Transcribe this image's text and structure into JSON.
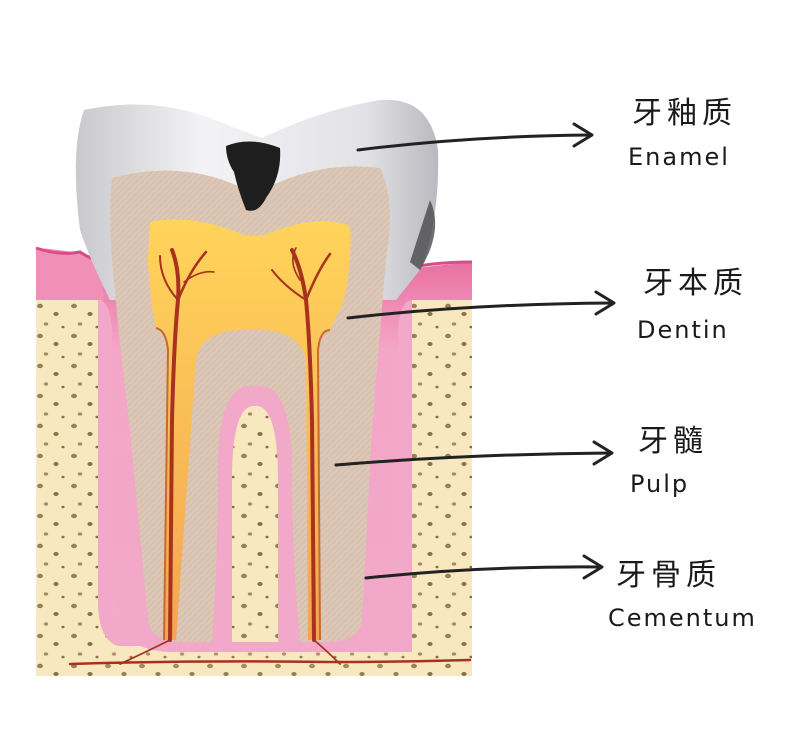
{
  "labels": [
    {
      "zh": "牙釉质",
      "en": "Enamel"
    },
    {
      "zh": "牙本质",
      "en": "Dentin"
    },
    {
      "zh": "牙髓",
      "en": "Pulp"
    },
    {
      "zh": "牙骨质",
      "en": "Cementum"
    }
  ],
  "colors": {
    "enamel": "#e9e9ec",
    "dentin": "#dcc7b6",
    "pulp": "#f5b25a",
    "gum": "#ef9bc2",
    "bone": "#f7e8c0",
    "decay": "#1e1e1e",
    "vessel": "#a8321e",
    "arrow": "#222222"
  }
}
